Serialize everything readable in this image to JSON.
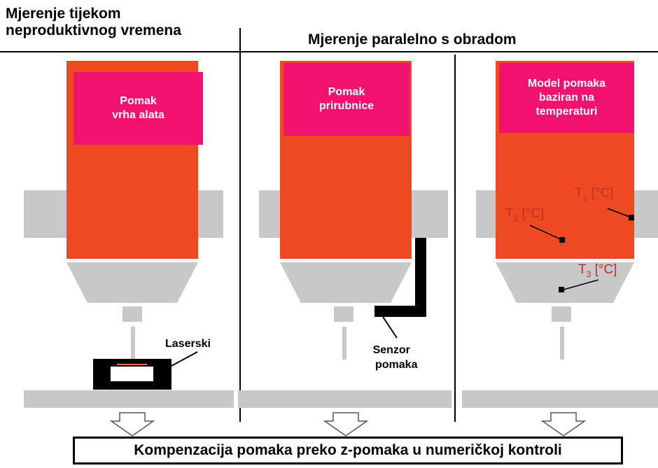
{
  "headings": {
    "left_line1": "Mjerenje tijekom",
    "left_line2": "neproduktivnog vremena",
    "right": "Mjerenje paralelno s obradom"
  },
  "panels": [
    {
      "box_line1": "Pomak",
      "box_line2": "vrha alata",
      "annotation": "Laserski"
    },
    {
      "box_line1": "Pomak",
      "box_line2": "prirubnice",
      "annotation_line1": "Senzor",
      "annotation_line2": "pomaka"
    },
    {
      "box_line1": "Model pomaka",
      "box_line2": "baziran na",
      "box_line3": "temperaturi",
      "sensors": [
        {
          "prefix": "T",
          "sub": "1",
          "unit": " [°C]"
        },
        {
          "prefix": "T",
          "sub": "2",
          "unit": " [°C]"
        },
        {
          "prefix": "T",
          "sub": "3",
          "unit": " [°C]"
        }
      ]
    }
  ],
  "footer": "Kompenzacija pomaka preko z-pomaka u numeričkoj kontroli",
  "colors": {
    "spindle": "#ee4a22",
    "box": "#f0126e",
    "machine_grey": "#c8c8c8",
    "sensor_black": "#000000"
  }
}
